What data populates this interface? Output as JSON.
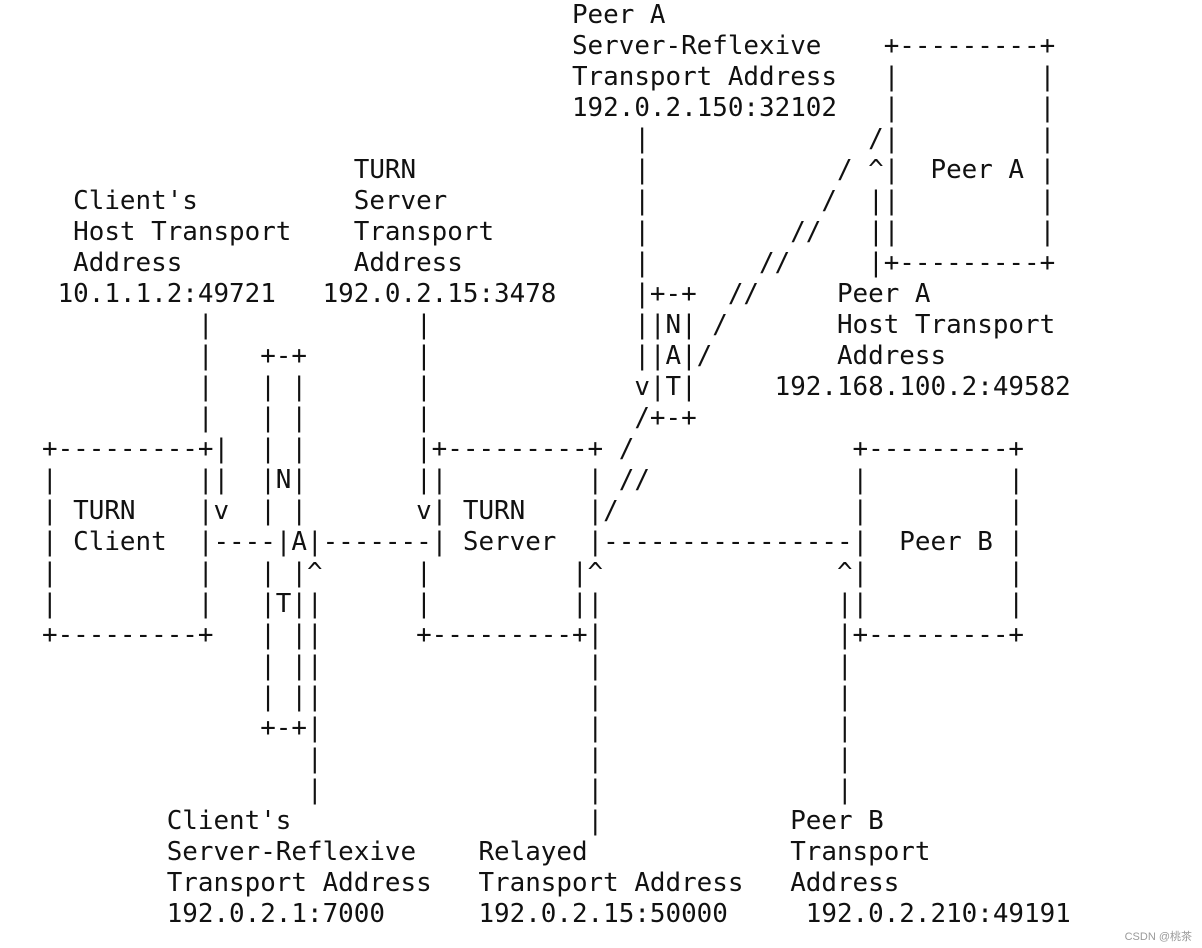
{
  "diagram": {
    "lines": [
      "                                  Peer A",
      "                                  Server-Reflexive    +---------+",
      "                                  Transport Address   |         |",
      "                                  192.0.2.150:32102   |         |",
      "                                      |              /|         |",
      "                    TURN              |            / ^|  Peer A |",
      "  Client's          Server            |           /  ||         |",
      "  Host Transport    Transport         |         //   ||         |",
      "  Address           Address           |       //     |+---------+",
      " 10.1.1.2:49721   192.0.2.15:3478     |+-+  //     Peer A",
      "          |             |             ||N| /       Host Transport",
      "          |   +-+       |             ||A|/        Address",
      "          |   | |       |             v|T|     192.168.100.2:49582",
      "          |   | |       |             /+-+",
      "+---------+|  | |       |+---------+ /              +---------+",
      "|         ||  |N|       ||         | //             |         |",
      "| TURN    |v  | |       v| TURN    |/               |         |",
      "| Client  |----|A|-------| Server  |----------------|  Peer B |",
      "|         |   | |^      |         |^               ^|         |",
      "|         |   |T||      |         ||               ||         |",
      "+---------+   | ||      +---------+|               |+---------+",
      "              | ||                 |               |",
      "              | ||                 |               |",
      "              +-+|                 |               |",
      "                 |                 |               |",
      "                 |                 |               |",
      "        Client's                   |            Peer B",
      "        Server-Reflexive    Relayed             Transport",
      "        Transport Address   Transport Address   Address",
      "        192.0.2.1:7000      192.0.2.15:50000     192.0.2.210:49191"
    ]
  },
  "watermark": "CSDN @桃茶"
}
